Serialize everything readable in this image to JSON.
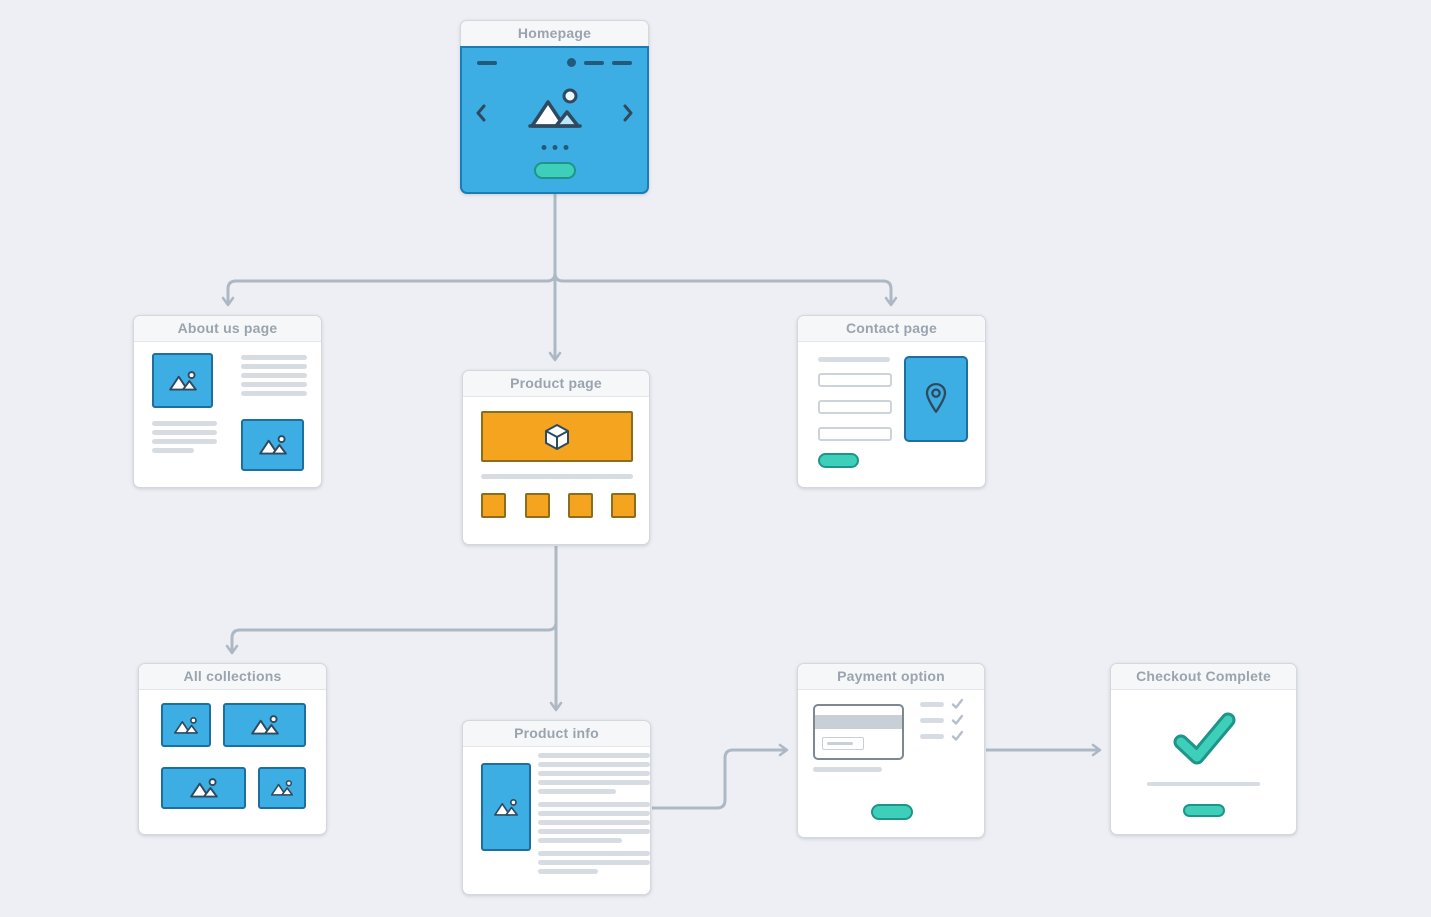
{
  "diagram": {
    "type": "website-sitemap-flowchart",
    "nodes": {
      "homepage": {
        "label": "Homepage"
      },
      "about_us": {
        "label": "About us page"
      },
      "product_page": {
        "label": "Product page"
      },
      "contact": {
        "label": "Contact page"
      },
      "all_collections": {
        "label": "All collections"
      },
      "product_info": {
        "label": "Product info"
      },
      "payment_option": {
        "label": "Payment option"
      },
      "checkout_complete": {
        "label": "Checkout Complete"
      }
    },
    "connections": [
      {
        "from": "homepage",
        "to": "about_us"
      },
      {
        "from": "homepage",
        "to": "product_page"
      },
      {
        "from": "homepage",
        "to": "contact"
      },
      {
        "from": "product_page",
        "to": "all_collections"
      },
      {
        "from": "product_page",
        "to": "product_info"
      },
      {
        "from": "product_info",
        "to": "payment_option"
      },
      {
        "from": "payment_option",
        "to": "checkout_complete"
      }
    ],
    "icons": {
      "image_placeholder": "mountain-with-sun",
      "carousel_prev": "chevron-left",
      "carousel_next": "chevron-right",
      "product": "cube",
      "location": "map-pin",
      "success": "check-mark",
      "payment": "credit-card"
    },
    "colors": {
      "background": "#edeff4",
      "card_background": "#ffffff",
      "card_border": "#d3d8dd",
      "title_background": "#f5f7f9",
      "title_text": "#9aa4af",
      "accent_blue": "#3daee3",
      "accent_blue_border": "#1c7db4",
      "accent_orange": "#f5a41f",
      "accent_orange_border": "#8c6d1f",
      "accent_teal": "#3ecfbb",
      "accent_teal_border": "#1f9488",
      "connector": "#adb8c4",
      "wireframe_bar": "#d7dce2",
      "dark_outline": "#2f4a5f"
    }
  }
}
